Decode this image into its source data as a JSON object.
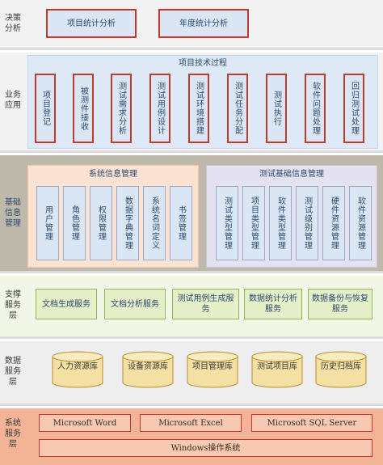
{
  "decision": {
    "label": "决策分析",
    "items": [
      "项目统计分析",
      "年度统计分析"
    ]
  },
  "business": {
    "label": "业务应用",
    "title": "项目技术过程",
    "items": [
      "项目登记",
      "被测件接收",
      "测试需求分析",
      "测试用例设计",
      "测试环境搭建",
      "测试任务分配",
      "测试执行",
      "软件问题处理",
      "回归测试处理"
    ]
  },
  "basic": {
    "label": "基础信息管理",
    "system": {
      "title": "系统信息管理",
      "items": [
        "用户管理",
        "角色管理",
        "权限管理",
        "数据字典管理",
        "系统名词定义",
        "书签管理"
      ]
    },
    "testing": {
      "title": "测试基础信息管理",
      "items": [
        "测试类型管理",
        "项目类型管理",
        "软件类型管理",
        "测试级别管理",
        "硬件资源管理",
        "软件资源管理"
      ]
    }
  },
  "support": {
    "label": "支撑服务层",
    "items": [
      "文档生成服务",
      "文档分析服务",
      "测试用例生成服务",
      "数据统计分析服务",
      "数据备份与恢复服务"
    ]
  },
  "data": {
    "label": "数据服务层",
    "items": [
      "人力资源库",
      "设备资源库",
      "项目管理库",
      "测试项目库",
      "历史归档库"
    ]
  },
  "system_service": {
    "label": "系统服务层",
    "items": [
      "Microsoft Word",
      "Microsoft Excel",
      "Microsoft SQL Server"
    ],
    "os": "Windows操作系统"
  }
}
